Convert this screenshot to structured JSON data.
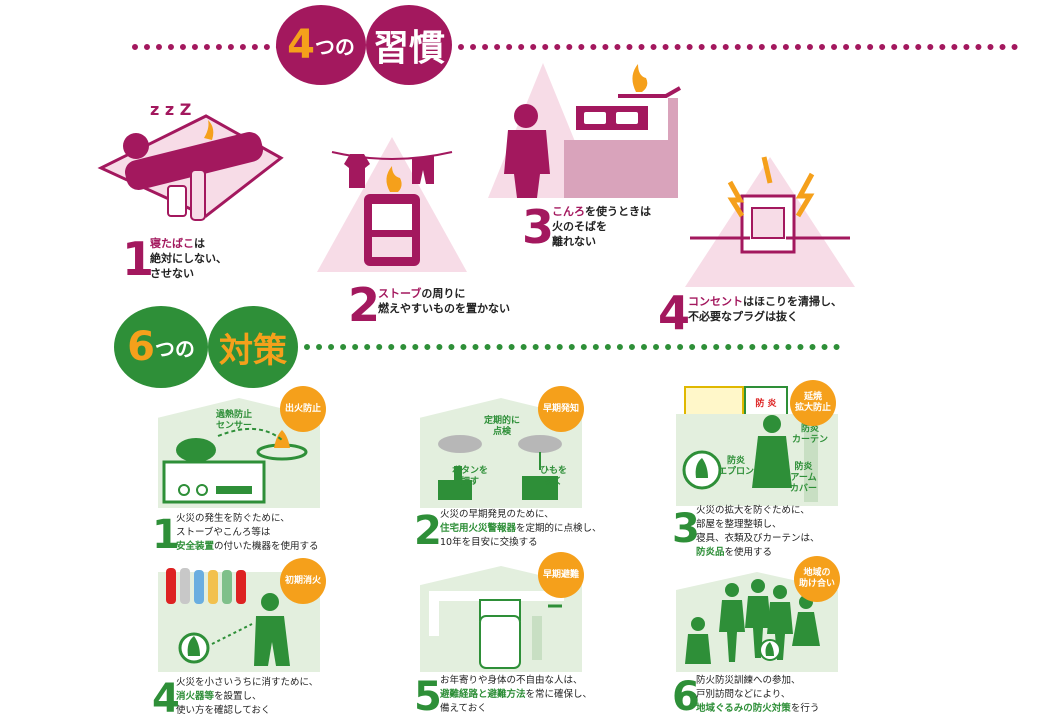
{
  "habits": {
    "title_num": "4",
    "title_tsu": "つの",
    "title_word": "習慣",
    "items": [
      {
        "num": "1",
        "hl": "寝たばこ",
        "rest1": "は",
        "line2": "絶対にしない、",
        "line3": "させない"
      },
      {
        "num": "2",
        "hl": "ストーブ",
        "rest1": "の周りに",
        "line2": "燃えやすいものを置かない"
      },
      {
        "num": "3",
        "hl": "こんろ",
        "rest1": "を使うときは",
        "line2": "火のそばを",
        "line3": "離れない"
      },
      {
        "num": "4",
        "hl": "コンセント",
        "rest1": "はほこりを清掃し、",
        "line2": "不必要なプラグは抜く"
      }
    ],
    "zzz": "z z Z"
  },
  "measures": {
    "title_num": "6",
    "title_tsu": "つの",
    "title_word": "対策",
    "items": [
      {
        "num": "1",
        "badge": "出火防止",
        "line1": "火災の発生を防ぐために、",
        "line2": "ストーブやこんろ等は",
        "hl": "安全装置",
        "rest3": "の付いた機器を使用する",
        "label_a": "過熱防止",
        "label_b": "センサー"
      },
      {
        "num": "2",
        "badge": "早期発知",
        "line1": "火災の早期発見のために、",
        "hl": "住宅用火災警報器",
        "rest2": "を定期的に点検し、",
        "line3": "10年を目安に交換する",
        "label_a": "定期的に",
        "label_b": "点検",
        "btn_a": "ボタンを",
        "btn_b": "押す",
        "str_a": "ひもを",
        "str_b": "引く"
      },
      {
        "num": "3",
        "badge_a": "延焼",
        "badge_b": "拡大防止",
        "line1": "火災の拡大を防ぐために、",
        "line2": "部屋を整理整頓し、",
        "line3": "寝具、衣類及びカーテンは、",
        "hl": "防炎品",
        "rest4": "を使用する",
        "l_curtain_a": "防炎",
        "l_curtain_b": "カーテン",
        "l_apron_a": "防炎",
        "l_apron_b": "エプロン",
        "l_arm_a": "防炎",
        "l_arm_b": "アーム",
        "l_arm_c": "カバー",
        "label_sign": "防 炎"
      },
      {
        "num": "4",
        "badge": "初期消火",
        "line1": "火災を小さいうちに消すために、",
        "hl": "消火器等",
        "rest2": "を設置し、",
        "line3": "使い方を確認しておく"
      },
      {
        "num": "5",
        "badge": "早期避難",
        "line1": "お年寄りや身体の不自由な人は、",
        "hl": "避難経路と避難方法",
        "rest2": "を常に確保し、",
        "line3": "備えておく"
      },
      {
        "num": "6",
        "badge_a": "地域の",
        "badge_b": "助け合い",
        "line1": "防火防災訓練への参加、",
        "line2": "戸別訪問などにより、",
        "hl": "地域ぐるみの防火対策",
        "rest3": "を行う"
      }
    ]
  },
  "colors": {
    "accent": "#a3185e",
    "green": "#2e8f38",
    "orange": "#f5a01b",
    "pink": "#f7dce7",
    "mint": "#e3efde"
  }
}
